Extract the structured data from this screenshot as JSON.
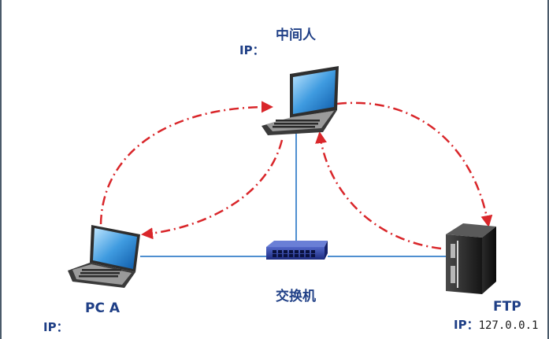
{
  "nodes": {
    "mitm": {
      "label": "中间人",
      "ip_prefix": "IP：",
      "ip_value": ""
    },
    "pca": {
      "label": "PC A",
      "ip_prefix": "IP：",
      "ip_value": ""
    },
    "ftp": {
      "label": "FTP",
      "ip_prefix": "IP：",
      "ip_value": "127.0.0.1"
    },
    "switch": {
      "label": "交换机"
    }
  },
  "colors": {
    "label": "#1f3f86",
    "arrow": "#d9262a",
    "link": "#4f8fd0",
    "switch_body": "#2a3f99"
  }
}
